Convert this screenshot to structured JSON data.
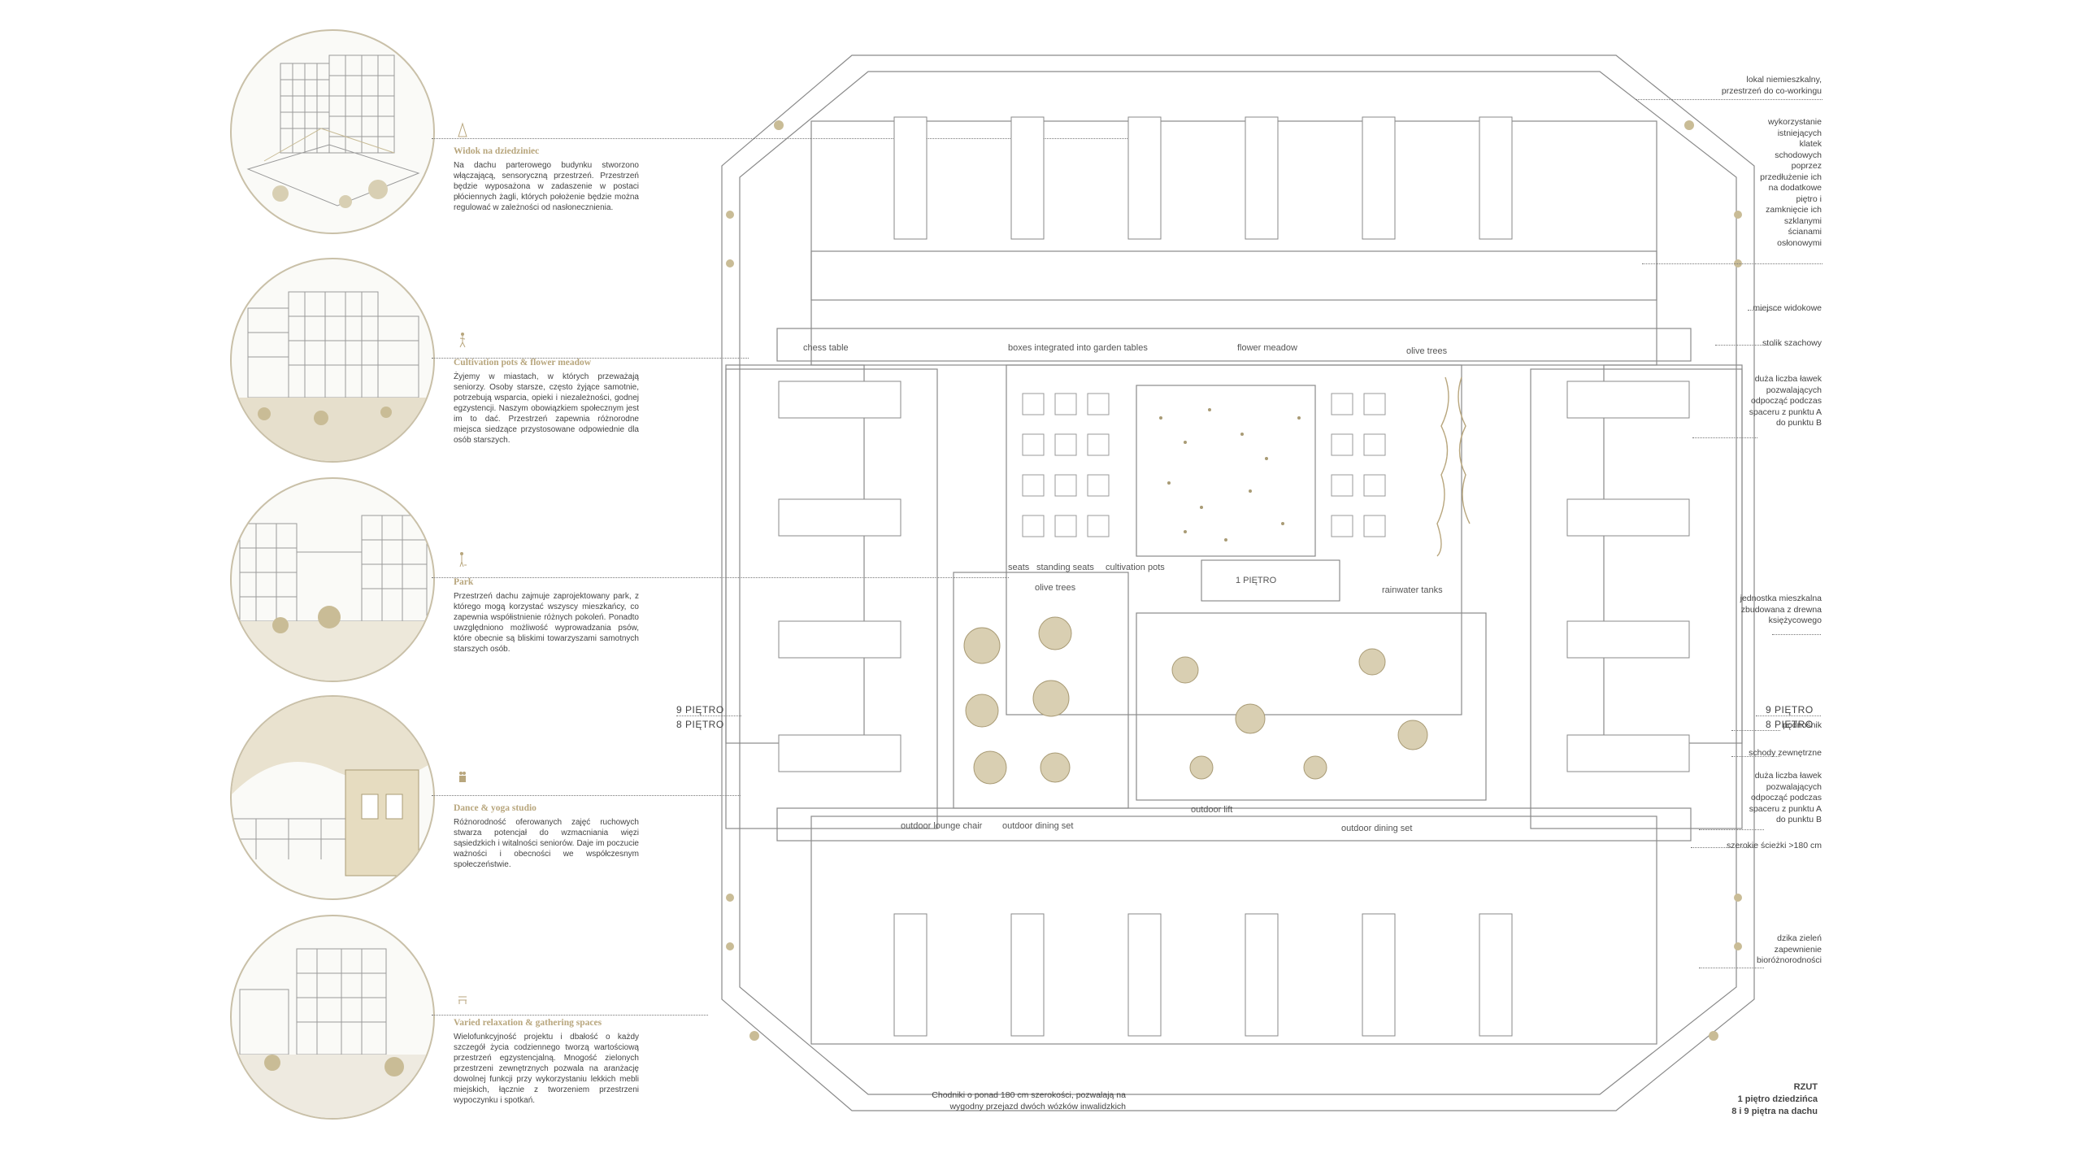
{
  "colors": {
    "accent_gold": "#b8a67d",
    "plan_line": "#8a8a8a",
    "tree": "#bfae82",
    "leader": "#777777",
    "circle_border": "#c9c0a8"
  },
  "vignettes": [
    {
      "id": "widok",
      "title": "Widok na dziedziniec",
      "text": "Na dachu parterowego budynku stworzono włączającą, sensoryczną przestrzeń. Przestrzeń będzie wyposażona w zadaszenie w postaci płóciennych żagli, których położenie będzie można regulować w zależności od nasłonecznienia.",
      "icon": "sail-shade-icon"
    },
    {
      "id": "cultivation",
      "title": "Cultivation pots & flower meadow",
      "text": "Żyjemy w miastach, w których przeważają seniorzy. Osoby starsze, często żyjące samotnie, potrzebują wsparcia, opieki i niezależności, godnej egzystencji. Naszym obowiązkiem społecznym jest im to dać. Przestrzeń zapewnia różnorodne miejsca siedzące przystosowane odpowiednie dla osób starszych.",
      "icon": "person-walking-icon"
    },
    {
      "id": "park",
      "title": "Park",
      "text": "Przestrzeń dachu zajmuje zaprojektowany park, z którego mogą korzystać wszyscy mieszkańcy, co zapewnia współistnienie różnych pokoleń. Ponadto uwzględniono możliwość wyprowadzania psów, które obecnie są bliskimi towarzyszami samotnych starszych osób.",
      "icon": "person-with-dog-icon"
    },
    {
      "id": "dance",
      "title": "Dance & yoga studio",
      "text": "Różnorodność oferowanych zajęć ruchowych stwarza potencjał do wzmacniania więzi sąsiedzkich i witalności seniorów. Daje im poczucie ważności i obecności we współczesnym społeczeństwie.",
      "icon": "dancing-couple-icon"
    },
    {
      "id": "relax",
      "title": "Varied relaxation & gathering spaces",
      "text": "Wielofunkcyjność projektu i dbałość o każdy szczegół życia codziennego tworzą wartościową przestrzeń egzystencjalną. Mnogość zielonych przestrzeni zewnętrznych pozwala na aranżację dowolnej funkcji przy wykorzystaniu lekkich mebli miejskich, łącznie z tworzeniem przestrzeni wypoczynku i spotkań.",
      "icon": "bench-icon"
    }
  ],
  "plan_labels": {
    "chess_table": "chess table",
    "boxes": "boxes integrated into garden tables",
    "flower_meadow": "flower meadow",
    "olive_trees_top": "olive trees",
    "seats": "seats",
    "standing_seats": "standing seats",
    "cultivation_pots": "cultivation pots",
    "pietro_1": "1 PIĘTRO",
    "rainwater_tanks": "rainwater tanks",
    "olive_trees_mid": "olive trees",
    "outdoor_lounge_chair": "outdoor lounge chair",
    "outdoor_dining_left": "outdoor dining set",
    "outdoor_lift": "outdoor lift",
    "outdoor_dining_right": "outdoor dining set"
  },
  "levels": {
    "nine_left": "9 PIĘTRO",
    "eight_left": "8 PIĘTRO",
    "nine_right": "9 PIĘTRO",
    "eight_right": "8 PIĘTRO"
  },
  "annotations": [
    {
      "id": "lokal",
      "lines": [
        "lokal niemieszkalny,",
        "przestrzeń do co-workingu"
      ]
    },
    {
      "id": "klatki",
      "lines": [
        "wykorzystanie",
        "istniejących",
        "klatek",
        "schodowych",
        "poprzez",
        "przedłużenie ich",
        "na dodatkowe",
        "piętro i",
        "zamknięcie ich",
        "szklanymi",
        "ścianami",
        "osłonowymi"
      ]
    },
    {
      "id": "widokowe",
      "lines": [
        "miejsce widokowe"
      ]
    },
    {
      "id": "szachowy",
      "lines": [
        "stolik szachowy"
      ]
    },
    {
      "id": "lawki1",
      "lines": [
        "duża liczba ławek",
        "pozwalających",
        "odpocząć podczas",
        "spaceru z punktu A",
        "do punktu B"
      ]
    },
    {
      "id": "jednostka",
      "lines": [
        "jednostka mieszkalna",
        "zbudowana z drewna",
        "księżycowego"
      ]
    },
    {
      "id": "podnosnik",
      "lines": [
        "podnośnik"
      ]
    },
    {
      "id": "schody",
      "lines": [
        "schody zewnętrzne"
      ]
    },
    {
      "id": "lawki2",
      "lines": [
        "duża liczba ławek",
        "pozwalających",
        "odpocząć podczas",
        "spaceru z punktu A",
        "do punktu B"
      ]
    },
    {
      "id": "sciezki",
      "lines": [
        "szerokie ścieżki >180 cm"
      ]
    },
    {
      "id": "dzika",
      "lines": [
        "dzika zieleń",
        "zapewnienie",
        "bioróżnorodności"
      ]
    }
  ],
  "footer": {
    "note": "Chodniki o ponad 180 cm szerokości, pozwalają na wygodny przejazd dwóch wózków inwalidzkich",
    "rzut_title": "RZUT",
    "rzut_line1": "1 piętro dziedzińca",
    "rzut_line2": "8 i 9 piętra na dachu"
  }
}
